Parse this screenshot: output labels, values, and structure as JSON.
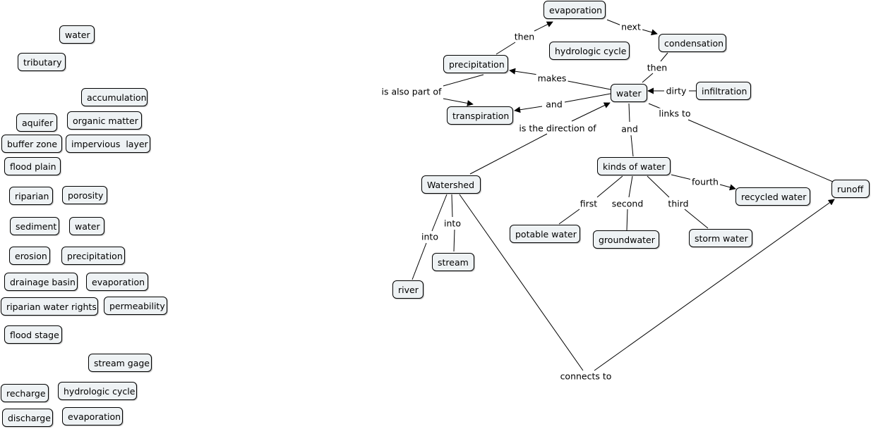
{
  "parking_lot": [
    "water",
    "tributary",
    "accumulation",
    "aquifer",
    "organic matter",
    "buffer zone",
    "impervious  layer",
    "flood plain",
    "riparian",
    "porosity",
    "sediment",
    "water",
    "erosion",
    "precipitation",
    "drainage basin",
    "evaporation",
    "riparian water rights",
    "permeability",
    "flood stage",
    "stream gage",
    "recharge",
    "hydrologic cycle",
    "discharge",
    "evaporation"
  ],
  "concepts": {
    "evaporation": "evaporation",
    "condensation": "condensation",
    "hydrologic_cycle": "hydrologic cycle",
    "precipitation": "precipitation",
    "water": "water",
    "infiltration": "infiltration",
    "transpiration": "transpiration",
    "watershed": "Watershed",
    "kinds_of_water": "kinds of water",
    "recycled_water": "recycled water",
    "runoff": "runoff",
    "potable_water": "potable water",
    "groundwater": "groundwater",
    "storm_water": "storm water",
    "stream": "stream",
    "river": "river"
  },
  "linking_phrases": {
    "then_1": "then",
    "next": "next",
    "then_2": "then",
    "makes": "makes",
    "dirty": "dirty",
    "is_also_part_of": "is also part of",
    "and_1": "and",
    "links_to": "links to",
    "is_the_direction_of": "is the direction of",
    "and_2": "and",
    "fourth": "fourth",
    "first": "first",
    "second": "second",
    "third": "third",
    "into_1": "into",
    "into_2": "into",
    "connects_to": "connects to"
  }
}
